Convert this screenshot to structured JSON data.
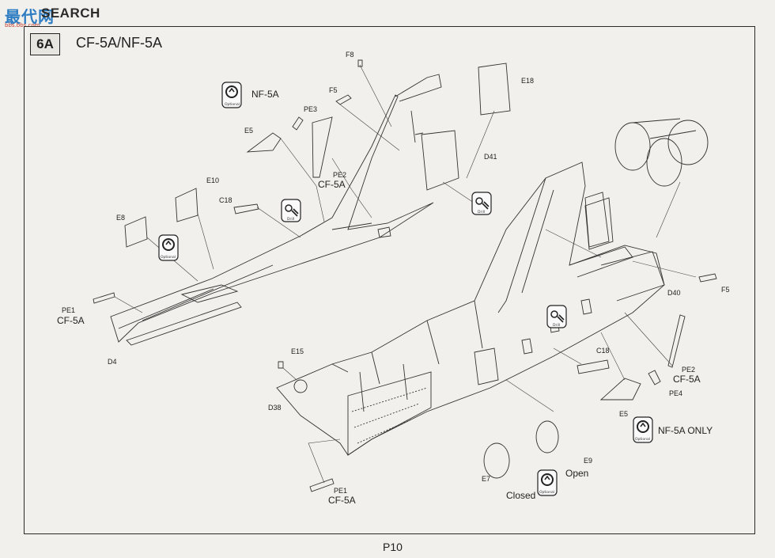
{
  "watermark": {
    "cn": "最代网",
    "search": "SEARCH",
    "url": "bbs.bbs.com"
  },
  "step": {
    "badge": "6A",
    "title": "CF-5A/NF-5A"
  },
  "page_number": "P10",
  "icons": {
    "optional_label": "Optional",
    "drill_label": "Drill"
  },
  "callouts": {
    "F8": "F8",
    "F5_top": "F5",
    "E18": "E18",
    "PE3": "PE3",
    "E5_top": "E5",
    "NF5A": "NF-5A",
    "PE2_top": "PE2",
    "CF5A_pe2_top": "CF-5A",
    "D41": "D41",
    "E10": "E10",
    "C18_top": "C18",
    "E8": "E8",
    "PE1_left": "PE1",
    "CF5A_pe1_left": "CF-5A",
    "D4": "D4",
    "F5_right": "F5",
    "D40": "D40",
    "E15": "E15",
    "D38": "D38",
    "C18_right": "C18",
    "PE2_right": "PE2",
    "CF5A_pe2_right": "CF-5A",
    "PE4": "PE4",
    "E5_right": "E5",
    "NF5A_only": "NF-5A ONLY",
    "E9": "E9",
    "Open": "Open",
    "E7": "E7",
    "Closed": "Closed",
    "PE1_bottom": "PE1",
    "CF5A_pe1_bottom": "CF-5A"
  },
  "colors": {
    "paper": "#f1f0ec",
    "ink": "#222222",
    "watermark_blue": "#2e7cc2"
  }
}
